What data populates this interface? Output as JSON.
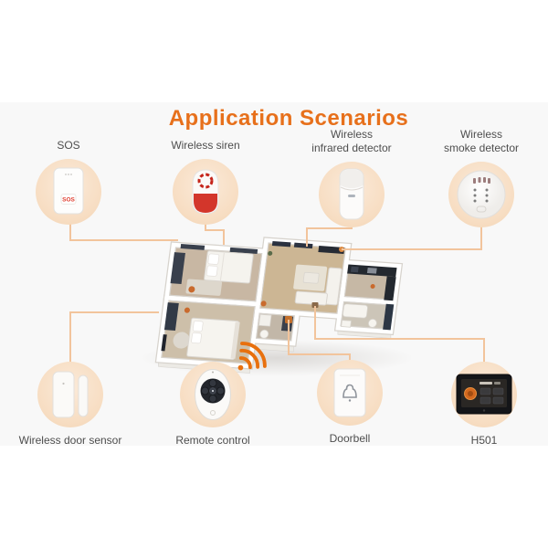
{
  "title": "Application Scenarios",
  "devices": {
    "sos": {
      "label": "SOS",
      "button_text": "SOS"
    },
    "siren": {
      "label": "Wireless siren"
    },
    "infrared": {
      "label": "Wireless\ninfrared detector"
    },
    "smoke": {
      "label": "Wireless\nsmoke detector"
    },
    "door_sensor": {
      "label": "Wireless door sensor"
    },
    "remote": {
      "label": "Remote control"
    },
    "doorbell": {
      "label": "Doorbell"
    },
    "h501": {
      "label": "H501"
    }
  },
  "icons": {
    "remote_signal": "wifi-waves-icon",
    "doorbell_glyph": "bell-icon"
  },
  "colors": {
    "title_accent": "#e7701b",
    "connector_line": "#f2c49c",
    "device_circle_bg": "#f7ddc2",
    "label_text": "#4e4e4e",
    "siren_red": "#d3362b",
    "sos_button_red": "#e03c2d",
    "wifi_icon_orange": "#e8700e",
    "panel_background": "#f8f8f8"
  }
}
